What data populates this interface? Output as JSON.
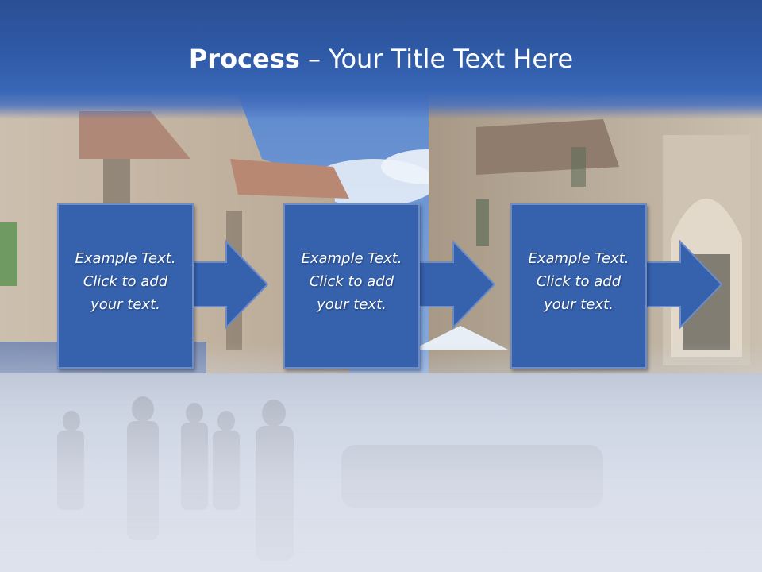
{
  "slide": {
    "title_bold": "Process",
    "title_rest": " – Your Title Text Here"
  },
  "steps": [
    {
      "line1": "Example Text.",
      "line2": "Click  to add",
      "line3": "your text."
    },
    {
      "line1": "Example Text.",
      "line2": "Click  to add",
      "line3": "your text."
    },
    {
      "line1": "Example Text.",
      "line2": "Click  to add",
      "line3": "your text."
    }
  ],
  "colors": {
    "title_band": "#2f5aa6",
    "box_fill": "#3561ad",
    "box_border": "#6d8cc6",
    "arrow_fill": "#3561ad"
  },
  "background": {
    "image_name": "old-town-street-photo"
  }
}
